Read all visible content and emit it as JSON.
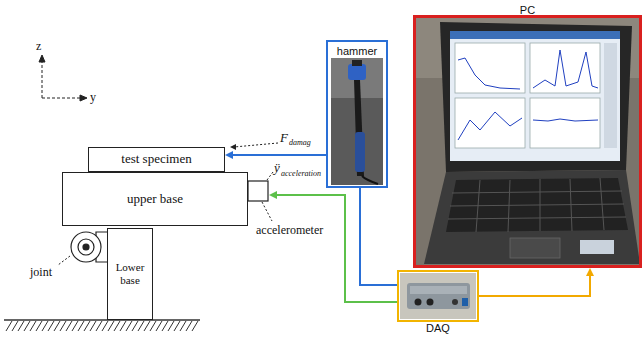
{
  "diagram": {
    "nodes": [
      {
        "text": [
          "test specimen"
        ]
      },
      {
        "text": [
          "upper base"
        ]
      },
      {
        "text": [
          "Lower base"
        ]
      },
      {
        "text": [
          "hammer"
        ]
      },
      {
        "text": [
          "DAQ"
        ]
      },
      {
        "text": [
          "PC"
        ]
      }
    ],
    "edges": [
      {
        "from": 3,
        "to": 0,
        "arrow": "to"
      },
      {
        "from": 3,
        "to": 4,
        "arrow": "none"
      },
      {
        "from": 4,
        "to": 5,
        "arrow": "to"
      }
    ],
    "labels": [
      "z",
      "y",
      "F",
      "damag",
      "ÿ",
      "acceleration",
      "joint",
      "accelerometer"
    ]
  }
}
